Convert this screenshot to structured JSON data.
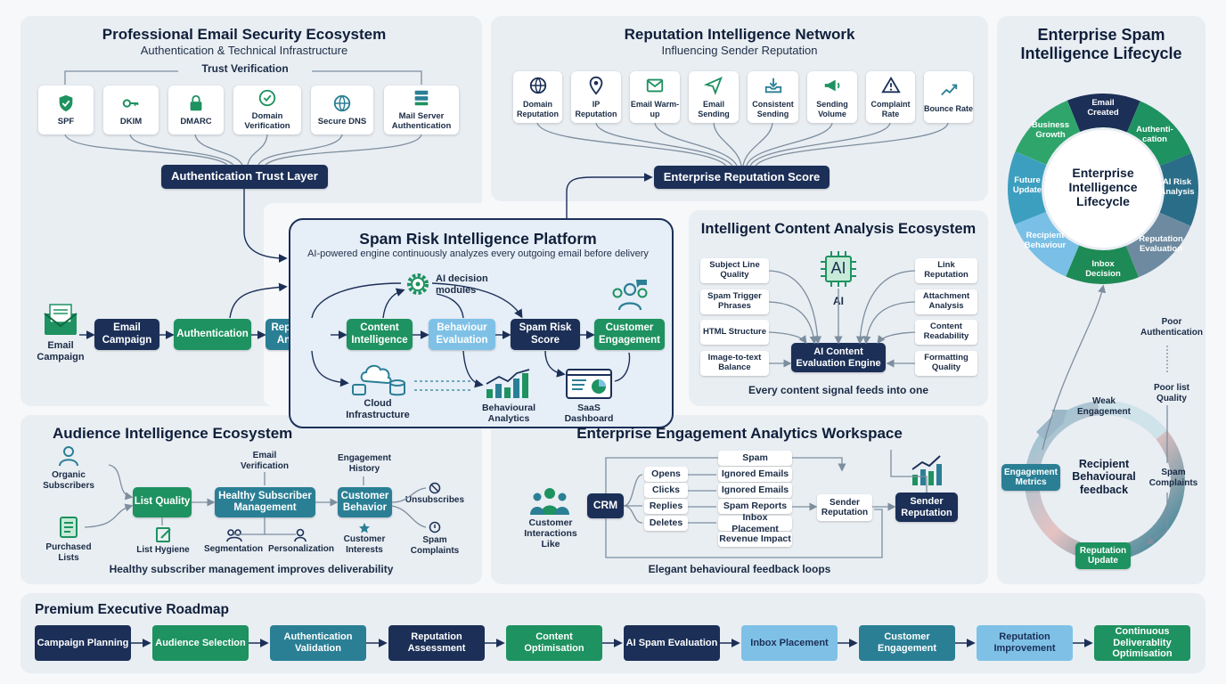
{
  "security": {
    "title": "Professional Email Security Ecosystem",
    "subtitle": "Authentication & Technical Infrastructure",
    "trust_verification": "Trust Verification",
    "cards": [
      "SPF",
      "DKIM",
      "DMARC",
      "Domain Verification",
      "Secure DNS",
      "Mail Server Authentication"
    ],
    "trust_layer": "Authentication Trust Layer"
  },
  "reputation": {
    "title": "Reputation Intelligence Network",
    "subtitle": "Influencing Sender Reputation",
    "cards": [
      "Domain Reputation",
      "IP Reputation",
      "Email Warm-up",
      "Email Sending",
      "Consistent Sending",
      "Sending Volume",
      "Complaint Rate",
      "Bounce Rate"
    ],
    "score": "Enterprise Reputation Score"
  },
  "lifecycle": {
    "title": "Enterprise Spam Intelligence Lifecycle",
    "center": "Enterprise Intelligence Lifecycle",
    "segments": [
      "Email Created",
      "Authenti-cation",
      "AI Risk Analysis",
      "Reputation Evaluation",
      "Inbox Decision",
      "Recipient Behaviour",
      "Future Update",
      "Business Growth"
    ],
    "poor_authentication": "Poor Authentication",
    "poor_list_quality": "Poor list Quality",
    "weak_engagement": "Weak Engagement",
    "spam_complaints": "Spam Complaints",
    "recipient_feedback": "Recipient Behavioural feedback",
    "engagement_metrics": "Engagement Metrics",
    "reputation_update": "Reputation Update"
  },
  "flow": {
    "email_icon_label": "Email Campaign",
    "steps": [
      "Email Campaign",
      "Authentication",
      "Reputation Analysis",
      "Content Intelligence",
      "Behaviour Evaluation",
      "Spam Risk Score",
      "Customer Engagement"
    ]
  },
  "platform": {
    "title": "Spam Risk Intelligence Platform",
    "subtitle": "AI-powered engine continuously analyzes every outgoing email before delivery",
    "ai_modules": "AI decision modules",
    "cloud": "Cloud Infrastructure",
    "analytics": "Behavioural Analytics",
    "dashboard": "SaaS Dashboard"
  },
  "content": {
    "title": "Intelligent Content Analysis Ecosystem",
    "left": [
      "Subject Line Quality",
      "Spam Trigger Phrases",
      "HTML Structure",
      "Image-to-text Balance"
    ],
    "right": [
      "Link Reputation",
      "Attachment Analysis",
      "Content Readability",
      "Formatting Quality"
    ],
    "ai_chip": "AI",
    "ai_label": "AI",
    "engine": "AI Content Evaluation Engine",
    "caption": "Every content signal feeds into one"
  },
  "audience": {
    "title": "Audience Intelligence Ecosystem",
    "organic": "Organic Subscribers",
    "purchased": "Purchased Lists",
    "list_quality": "List Quality",
    "list_hygiene": "List Hygiene",
    "email_verification": "Email Verification",
    "healthy": "Healthy Subscriber Management",
    "segmentation": "Segmentation",
    "personalization": "Personalization",
    "engagement_history": "Engagement History",
    "customer_behavior": "Customer Behavior",
    "customer_interests": "Customer Interests",
    "unsubscribes": "Unsubscribes",
    "spam_complaints": "Spam Complaints",
    "caption": "Healthy subscriber management improves deliverability"
  },
  "engagement": {
    "title": "Enterprise Engagement Analytics Workspace",
    "customer_interactions": "Customer Interactions Like",
    "crm": "CRM",
    "actions": [
      "Opens",
      "Clicks",
      "Replies",
      "Deletes"
    ],
    "spam": "Spam",
    "outcomes": [
      "Ignored Emails",
      "Ignored Emails",
      "Spam Reports",
      "Inbox Placement",
      "Revenue Impact"
    ],
    "sender_rep_card": "Sender Reputation",
    "sender_rep_pill": "Sender Reputation",
    "caption": "Elegant behavioural feedback loops"
  },
  "roadmap": {
    "title": "Premium Executive Roadmap",
    "steps": [
      "Campaign Planning",
      "Audience Selection",
      "Authentication Validation",
      "Reputation Assessment",
      "Content Optimisation",
      "AI Spam Evaluation",
      "Inbox Placement",
      "Customer Engagement",
      "Reputation Improvement",
      "Continuous Deliverablity Optimisation"
    ]
  },
  "colors": {
    "navy": "#1b2f57",
    "green": "#1e9260",
    "teal": "#2a7f95",
    "light_blue": "#7fc1e6",
    "panel": "#e9eef3"
  }
}
